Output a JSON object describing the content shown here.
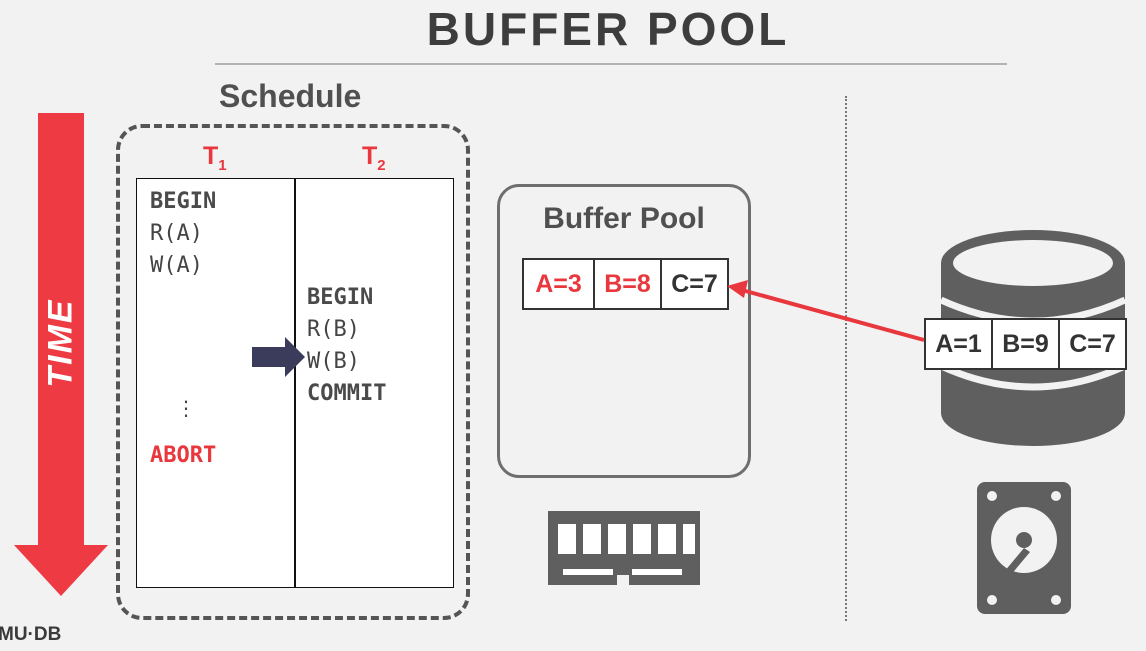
{
  "title": "BUFFER POOL",
  "schedule": {
    "label": "Schedule",
    "time_label": "TIME",
    "t1": {
      "name": "T",
      "sub": "1",
      "ops": [
        "BEGIN",
        "R(A)",
        "W(A)"
      ],
      "ellipsis": "⋮",
      "abort": "ABORT"
    },
    "t2": {
      "name": "T",
      "sub": "2",
      "ops": [
        "BEGIN",
        "R(B)",
        "W(B)",
        "COMMIT"
      ]
    }
  },
  "buffer_pool": {
    "title": "Buffer Pool",
    "cells": [
      {
        "text": "A=3",
        "modified": true
      },
      {
        "text": "B=8",
        "modified": true
      },
      {
        "text": "C=7",
        "modified": false
      }
    ]
  },
  "disk": {
    "cells": [
      "A=1",
      "B=9",
      "C=7"
    ]
  },
  "icons": [
    "time-arrow",
    "current-op-arrow",
    "ram-icon",
    "database-icon",
    "hard-drive-icon",
    "load-arrow"
  ],
  "colors": {
    "accent": "#e8383d",
    "text": "#3d3d3d",
    "pointer": "#3b3b5c",
    "icon": "#5f5f5f"
  },
  "watermark": "MU·DB"
}
